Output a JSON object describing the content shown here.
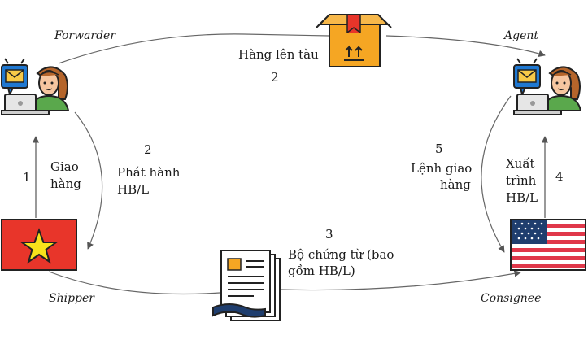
{
  "roles": {
    "forwarder": "Forwarder",
    "agent": "Agent",
    "shipper": "Shipper",
    "consignee": "Consignee"
  },
  "flows": {
    "top": {
      "step": "2",
      "label": "Hàng lên tàu"
    },
    "left_up": {
      "step": "1",
      "lines": [
        "Giao",
        "hàng"
      ]
    },
    "left_down": {
      "step": "2",
      "lines": [
        "Phát hành",
        "HB/L"
      ]
    },
    "bottom": {
      "step": "3",
      "lines": [
        "Bộ chứng từ (bao",
        "gồm HB/L)"
      ]
    },
    "right_down": {
      "step": "5",
      "lines": [
        "Lệnh giao",
        "hàng"
      ]
    },
    "right_up": {
      "step": "4",
      "lines": [
        "Xuất",
        "trình",
        "HB/L"
      ]
    }
  },
  "icons": {
    "forwarder": "person-laptop-mail-icon",
    "agent": "person-laptop-mail-icon",
    "shipper": "vietnam-flag-icon",
    "consignee": "usa-flag-icon",
    "cargo": "cargo-box-icon",
    "documents": "documents-icon"
  },
  "colors": {
    "flag_red": "#e8352a",
    "flag_star": "#f7e21b",
    "usa_red": "#e0384a",
    "usa_blue": "#1f3e6e",
    "box": "#f5a623",
    "mail_blue": "#1f78d1",
    "shirt": "#5aa84c",
    "line": "#666666"
  }
}
